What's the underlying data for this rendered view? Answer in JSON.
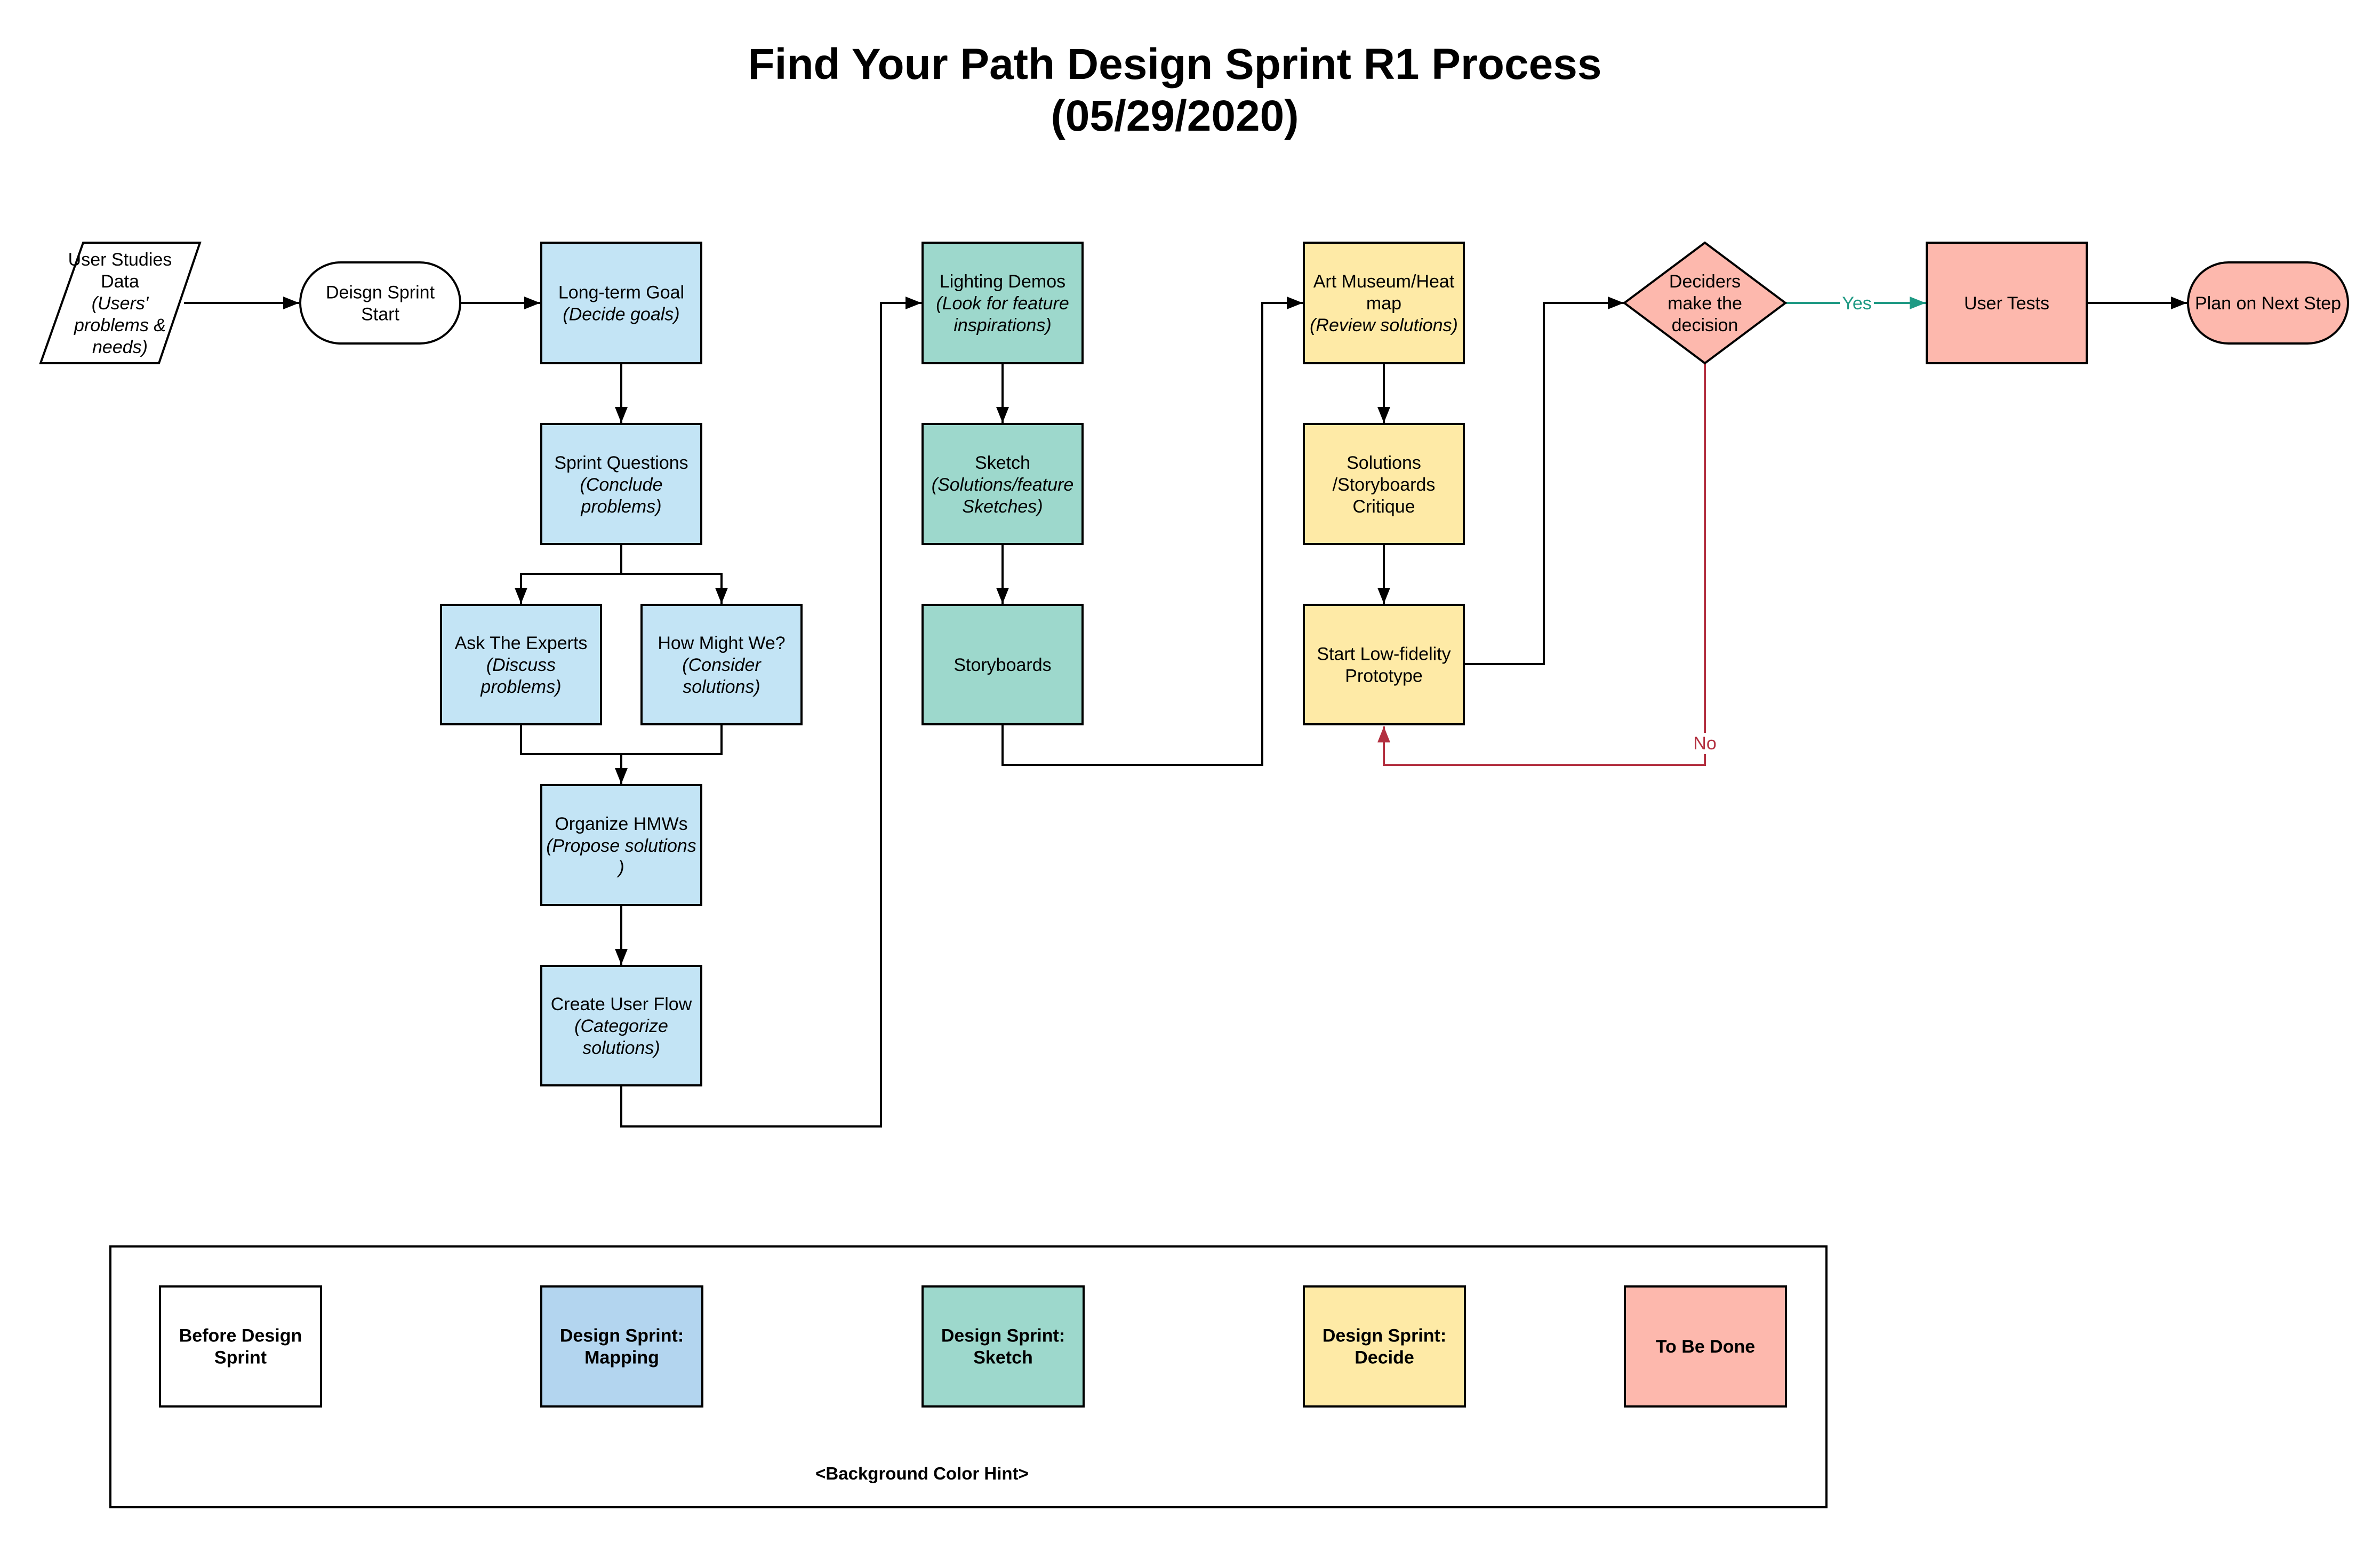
{
  "title": {
    "line1": "Find Your Path Design Sprint  R1 Process",
    "line2": "(05/29/2020)"
  },
  "colors": {
    "before": "#ffffff",
    "mapping": "#c3e4f5",
    "sketch": "#9dd8cc",
    "decide": "#feeaa6",
    "todo": "#fdb8ad",
    "yes_edge": "#1f9a84",
    "no_edge": "#b33040",
    "stroke": "#000000"
  },
  "nodes": {
    "user_data": {
      "lines": [
        {
          "t": "User Studies",
          "i": false
        },
        {
          "t": "Data",
          "i": false
        },
        {
          "t": "(Users'",
          "i": true
        },
        {
          "t": "problems &",
          "i": true
        },
        {
          "t": "needs)",
          "i": true
        }
      ]
    },
    "sprint_start": {
      "lines": [
        {
          "t": "Deisgn Sprint",
          "i": false
        },
        {
          "t": "Start",
          "i": false
        }
      ]
    },
    "long_term_goal": {
      "lines": [
        {
          "t": "Long-term Goal",
          "i": false
        },
        {
          "t": "(Decide goals)",
          "i": true
        }
      ]
    },
    "sprint_questions": {
      "lines": [
        {
          "t": "Sprint Questions",
          "i": false
        },
        {
          "t": "(Conclude",
          "i": true
        },
        {
          "t": "problems)",
          "i": true
        }
      ]
    },
    "ask_experts": {
      "lines": [
        {
          "t": "Ask The Experts",
          "i": false
        },
        {
          "t": "(Discuss",
          "i": true
        },
        {
          "t": "problems)",
          "i": true
        }
      ]
    },
    "how_might_we": {
      "lines": [
        {
          "t": "How Might We?",
          "i": false
        },
        {
          "t": "(Consider",
          "i": true
        },
        {
          "t": "solutions)",
          "i": true
        }
      ]
    },
    "organize_hmws": {
      "lines": [
        {
          "t": "Organize HMWs",
          "i": false
        },
        {
          "t": "(Propose solutions",
          "i": true
        },
        {
          "t": ")",
          "i": true
        }
      ]
    },
    "user_flow": {
      "lines": [
        {
          "t": "Create User Flow",
          "i": false
        },
        {
          "t": "(Categorize",
          "i": true
        },
        {
          "t": "solutions)",
          "i": true
        }
      ]
    },
    "lighting_demos": {
      "lines": [
        {
          "t": "Lighting Demos",
          "i": false
        },
        {
          "t": "(Look for feature",
          "i": true
        },
        {
          "t": "inspirations)",
          "i": true
        }
      ]
    },
    "sketch": {
      "lines": [
        {
          "t": "Sketch",
          "i": false
        },
        {
          "t": "(Solutions/feature",
          "i": true
        },
        {
          "t": "Sketches)",
          "i": true
        }
      ]
    },
    "storyboards": {
      "lines": [
        {
          "t": "Storyboards",
          "i": false
        }
      ]
    },
    "art_museum": {
      "lines": [
        {
          "t": "Art Museum/Heat",
          "i": false
        },
        {
          "t": "map",
          "i": false
        },
        {
          "t": "(Review solutions)",
          "i": true
        }
      ]
    },
    "critique": {
      "lines": [
        {
          "t": "Solutions",
          "i": false
        },
        {
          "t": "/Storyboards",
          "i": false
        },
        {
          "t": "Critique",
          "i": false
        }
      ]
    },
    "prototype": {
      "lines": [
        {
          "t": "Start Low-fidelity",
          "i": false
        },
        {
          "t": "Prototype",
          "i": false
        }
      ]
    },
    "deciders": {
      "lines": [
        {
          "t": "Deciders",
          "i": false
        },
        {
          "t": "make the",
          "i": false
        },
        {
          "t": "decision",
          "i": false
        }
      ]
    },
    "user_tests": {
      "lines": [
        {
          "t": "User Tests",
          "i": false
        }
      ]
    },
    "next_step": {
      "lines": [
        {
          "t": "Plan on Next Step",
          "i": false
        }
      ]
    }
  },
  "edge_labels": {
    "yes": "Yes",
    "no": "No"
  },
  "legend": {
    "items": [
      {
        "lines": [
          "Before Design",
          "Sprint"
        ],
        "color_key": "before"
      },
      {
        "lines": [
          "Design Sprint:",
          "Mapping"
        ],
        "color_key": "mapping"
      },
      {
        "lines": [
          "Design Sprint:",
          "Sketch"
        ],
        "color_key": "sketch"
      },
      {
        "lines": [
          "Design Sprint:",
          "Decide"
        ],
        "color_key": "decide"
      },
      {
        "lines": [
          "To Be Done"
        ],
        "color_key": "todo"
      }
    ],
    "hint": "<Background Color Hint>"
  }
}
